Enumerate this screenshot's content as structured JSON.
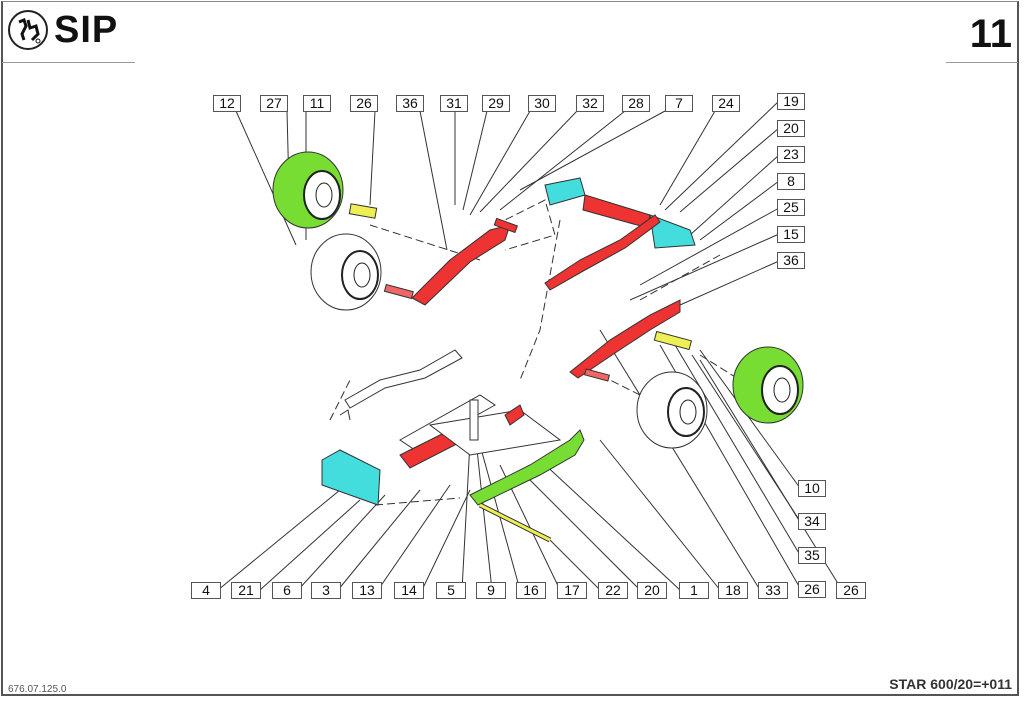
{
  "header": {
    "brand": "SIP",
    "logo_icon": "sip-emblem-icon",
    "page_number": "11"
  },
  "footer": {
    "document_code": "676.07.125.0",
    "model": "STAR 600/20=+011"
  },
  "colors": {
    "red_part": "#ee3333",
    "cyan_part": "#44dddd",
    "green_part": "#77dd33",
    "yellow_part": "#eeee55",
    "line": "#333333"
  },
  "callouts_top": [
    "12",
    "27",
    "11",
    "26",
    "36",
    "31",
    "29",
    "30",
    "32",
    "28",
    "7",
    "24"
  ],
  "callouts_right_top": [
    "19",
    "20",
    "23",
    "8",
    "25",
    "15",
    "36"
  ],
  "callouts_right_bottom": [
    "10",
    "34",
    "35",
    "26"
  ],
  "callouts_bottom": [
    "4",
    "21",
    "6",
    "3",
    "13",
    "14",
    "5",
    "9",
    "16",
    "17",
    "22",
    "20",
    "1",
    "18",
    "33",
    "26"
  ]
}
